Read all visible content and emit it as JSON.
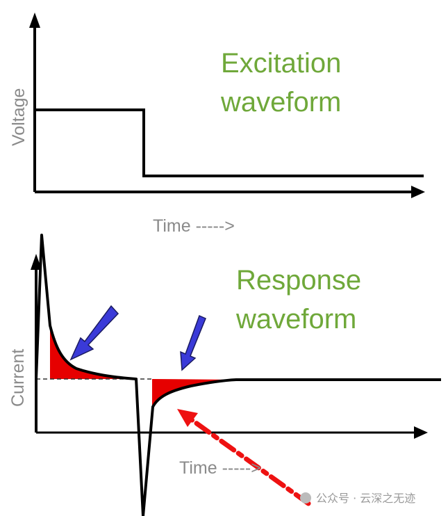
{
  "top_panel": {
    "title_line1": "Excitation",
    "title_line2": "waveform",
    "ylabel": "Voltage",
    "xlabel": "Time ----->"
  },
  "bottom_panel": {
    "title_line1": "Response",
    "title_line2": "waveform",
    "ylabel": "Current",
    "xlabel": "Time ----->"
  },
  "watermark": "公众号 · 云深之无迹",
  "colors": {
    "title": "#6fa83a",
    "labels": "#8a8a8a",
    "fill_area": "#e60000",
    "blue_arrow": "#3a3ad8",
    "red_dashed_arrow": "#ee1111"
  }
}
